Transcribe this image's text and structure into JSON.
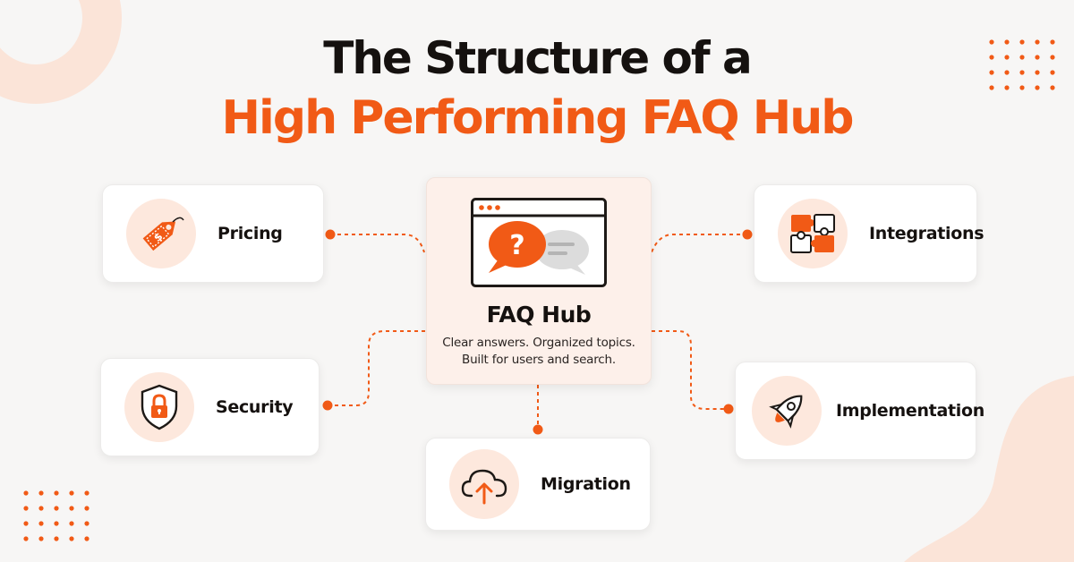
{
  "title": {
    "line1": "The Structure of a",
    "line2": "High Performing FAQ Hub"
  },
  "hub": {
    "title": "FAQ Hub",
    "description_line1": "Clear answers. Organized topics.",
    "description_line2": "Built for users and search.",
    "icon": "faq-window-icon"
  },
  "nodes": {
    "pricing": {
      "label": "Pricing",
      "icon": "price-tag-icon"
    },
    "security": {
      "label": "Security",
      "icon": "shield-lock-icon"
    },
    "migration": {
      "label": "Migration",
      "icon": "cloud-upload-icon"
    },
    "integrations": {
      "label": "Integrations",
      "icon": "puzzle-icon"
    },
    "implementation": {
      "label": "Implementation",
      "icon": "rocket-icon"
    }
  },
  "colors": {
    "accent": "#f15a16",
    "accent_light": "#fde8dd",
    "text_dark": "#15110f",
    "background": "#f7f6f5"
  }
}
